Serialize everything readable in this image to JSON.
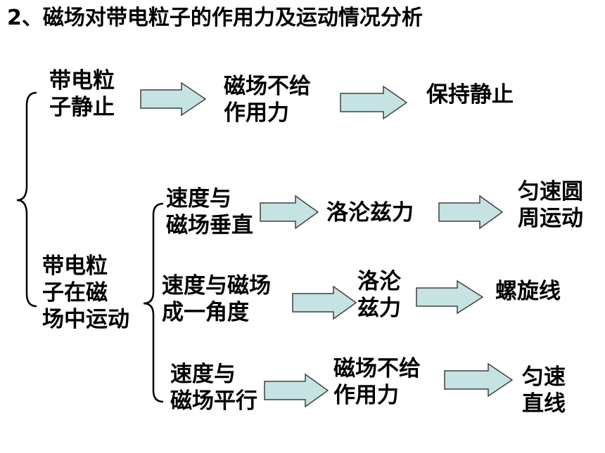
{
  "title": "2、磁场对带电粒子的作用力及运动情况分析",
  "colors": {
    "arrow_fill": "#c5e3e3",
    "arrow_stroke": "#404040",
    "brace": "#000000"
  },
  "rest": {
    "state": [
      "带电粒",
      "子静止"
    ],
    "force": [
      "磁场不给",
      "作用力"
    ],
    "result": "保持静止"
  },
  "moving": {
    "state": [
      "带电粒",
      "子在磁",
      "场中运动"
    ],
    "cases": [
      {
        "condition": [
          "速度与",
          "磁场垂直"
        ],
        "force": [
          "洛沦兹力"
        ],
        "result": [
          "匀速圆",
          "周运动"
        ]
      },
      {
        "condition": [
          "速度与磁场",
          "成一角度"
        ],
        "force": [
          "洛沦",
          "兹力"
        ],
        "result": [
          "螺旋线"
        ]
      },
      {
        "condition": [
          "速度与",
          "磁场平行"
        ],
        "force": [
          "磁场不给",
          "作用力"
        ],
        "result": [
          "匀速",
          "直线"
        ]
      }
    ]
  }
}
